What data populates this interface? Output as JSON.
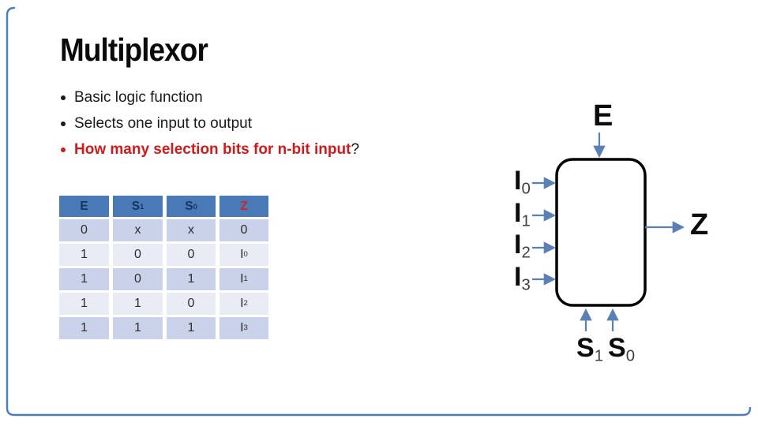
{
  "slide": {
    "title": "Multiplexor",
    "bullets": [
      {
        "text": "Basic logic function",
        "suffix": "",
        "emphasis": false
      },
      {
        "text": "Selects one input to output",
        "suffix": "",
        "emphasis": false
      },
      {
        "text": "How many selection bits for n-bit input",
        "suffix": "?",
        "emphasis": true
      }
    ]
  },
  "truth_table": {
    "headers": [
      {
        "b": "E",
        "s": ""
      },
      {
        "b": "S",
        "s": "1"
      },
      {
        "b": "S",
        "s": "0"
      },
      {
        "b": "Z",
        "s": ""
      }
    ],
    "rows": [
      [
        {
          "b": "0",
          "s": ""
        },
        {
          "b": "x",
          "s": ""
        },
        {
          "b": "x",
          "s": ""
        },
        {
          "b": "0",
          "s": ""
        }
      ],
      [
        {
          "b": "1",
          "s": ""
        },
        {
          "b": "0",
          "s": ""
        },
        {
          "b": "0",
          "s": ""
        },
        {
          "b": "I",
          "s": "0"
        }
      ],
      [
        {
          "b": "1",
          "s": ""
        },
        {
          "b": "0",
          "s": ""
        },
        {
          "b": "1",
          "s": ""
        },
        {
          "b": "I",
          "s": "1"
        }
      ],
      [
        {
          "b": "1",
          "s": ""
        },
        {
          "b": "1",
          "s": ""
        },
        {
          "b": "0",
          "s": ""
        },
        {
          "b": "I",
          "s": "2"
        }
      ],
      [
        {
          "b": "1",
          "s": ""
        },
        {
          "b": "1",
          "s": ""
        },
        {
          "b": "1",
          "s": ""
        },
        {
          "b": "I",
          "s": "3"
        }
      ]
    ]
  },
  "diagram": {
    "enable_label": {
      "b": "E",
      "s": ""
    },
    "output_label": {
      "b": "Z",
      "s": ""
    },
    "inputs": [
      {
        "b": "I",
        "s": "0"
      },
      {
        "b": "I",
        "s": "1"
      },
      {
        "b": "I",
        "s": "2"
      },
      {
        "b": "I",
        "s": "3"
      }
    ],
    "selects": [
      {
        "b": "S",
        "s": "1"
      },
      {
        "b": "S",
        "s": "0"
      }
    ]
  },
  "colors": {
    "accent_border_blue": "#4a7ebb",
    "table_header_bg": "#4a79b8",
    "table_row_dark": "#c9d2e8",
    "table_row_light": "#e9ecf5",
    "table_header_text": "#16365c",
    "emphasis_red": "#d11a1a",
    "z_header_red": "#d02424",
    "arrow_blue": "#5b80b5",
    "box_border": "#000000"
  }
}
